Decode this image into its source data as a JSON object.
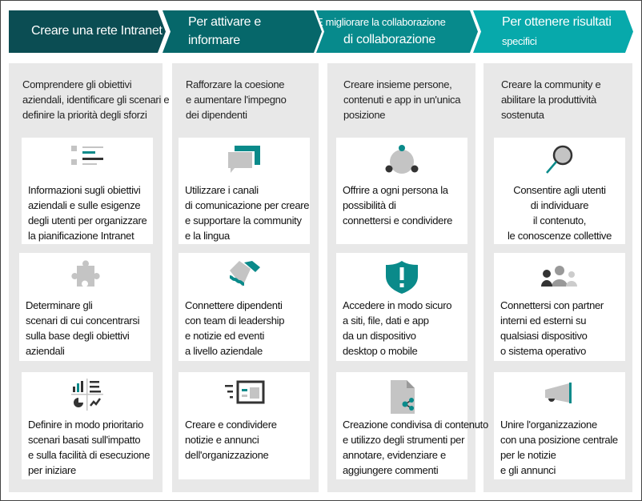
{
  "colors": {
    "stage1": "#0b4d53",
    "stage2": "#06676a",
    "stage3": "#078a8c",
    "stage4": "#07a9ab",
    "accent": "#0a8a8a",
    "panel": "#e8e8e8",
    "icon_gray": "#c4c4c4"
  },
  "stages": [
    {
      "line1": "Creare una rete Intranet",
      "line2": "",
      "intro": [
        "Comprendere gli obiettivi",
        "aziendali, identificare gli scenari e",
        "definire la priorità degli sforzi"
      ],
      "cards": [
        {
          "icon": "list-icon",
          "text": "Informazioni sugli obiettivi\naziendali e sulle esigenze\ndegli utenti per organizzare\nla pianificazione Intranet"
        },
        {
          "icon": "puzzle-icon",
          "text": "Determinare gli\nscenari di cui concentrarsi\nsulla base degli obiettivi\naziendali"
        },
        {
          "icon": "dashboard-icon",
          "text": "Definire in modo prioritario\nscenari basati sull'impatto\ne sulla facilità di esecuzione\nper iniziare"
        }
      ]
    },
    {
      "line1": "Per attivare e",
      "line2": "informare",
      "intro": [
        "Rafforzare la coesione",
        "e aumentare l'impegno",
        "dei dipendenti"
      ],
      "cards": [
        {
          "icon": "chat-icon",
          "text": "Utilizzare i canali\ndi comunicazione per creare\ne supportare la community\ne la lingua"
        },
        {
          "icon": "handshake-icon",
          "text": "Connettere dipendenti\ncon team di leadership\ne notizie ed eventi\na livello aziendale"
        },
        {
          "icon": "news-icon",
          "text": "Creare e condividere\nnotizie e annunci\ndell'organizzazione"
        }
      ]
    },
    {
      "line1": "E migliorare la collaborazione",
      "line2": "di collaborazione",
      "intro": [
        "Creare insieme persone,",
        "contenuti e app in un'unica",
        "posizione"
      ],
      "cards": [
        {
          "icon": "network-icon",
          "text": "Offrire a ogni persona la\npossibilità di\nconnettersi e condividere"
        },
        {
          "icon": "shield-alert-icon",
          "text": "Accedere in modo sicuro\na siti, file, dati e app\nda un dispositivo\ndesktop o mobile"
        },
        {
          "icon": "shared-document-icon",
          "text": "Creazione condivisa di contenuto\ne utilizzo degli strumenti per\nannotare, evidenziare e\naggiungere commenti"
        }
      ]
    },
    {
      "line1": "Per ottenere risultati",
      "line2": "specifici",
      "intro": [
        "Creare la community e",
        "abilitare la produttività",
        "sostenuta"
      ],
      "cards": [
        {
          "icon": "search-icon",
          "text": "Consentire agli utenti\ndi individuare\nil contenuto,\nle conoscenze collettive"
        },
        {
          "icon": "people-icon",
          "text": "Connettersi con partner\ninterni ed esterni su\nqualsiasi dispositivo\no sistema operativo"
        },
        {
          "icon": "megaphone-icon",
          "text": "Unire l'organizzazione\ncon una posizione centrale\nper le notizie\ne gli annunci"
        }
      ]
    }
  ]
}
